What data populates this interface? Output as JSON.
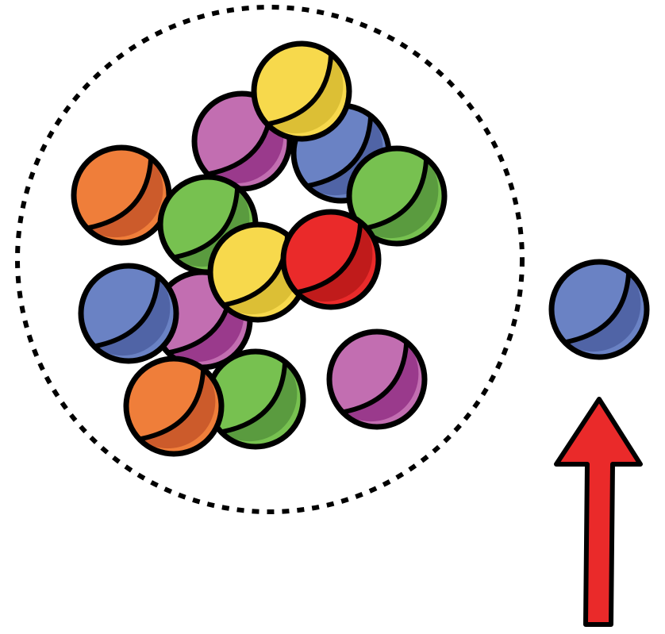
{
  "colors": {
    "background": "#ffffff",
    "outline": "#000000",
    "orange": "#ef7e3a",
    "orange_shade": "#cc5b2b",
    "green": "#77c150",
    "green_shade": "#5a9b3f",
    "purple": "#c26eb1",
    "purple_shade": "#9a3a8c",
    "blue": "#6a82c4",
    "blue_shade": "#5064a6",
    "yellow": "#f7d94c",
    "yellow_shade": "#dcbf35",
    "red": "#ea2a2a",
    "red_shade": "#c01b1b",
    "arrow": "#ea2a2a"
  },
  "group": {
    "description_icon": "dotted-circle-group",
    "marbles": [
      {
        "name": "orange-marble-left",
        "color": "orange"
      },
      {
        "name": "purple-marble-top",
        "color": "purple"
      },
      {
        "name": "blue-marble-top-right",
        "color": "blue"
      },
      {
        "name": "yellow-marble-top",
        "color": "yellow"
      },
      {
        "name": "green-marble-mid-left",
        "color": "green"
      },
      {
        "name": "green-marble-right",
        "color": "green"
      },
      {
        "name": "purple-marble-mid-left",
        "color": "purple"
      },
      {
        "name": "blue-marble-left",
        "color": "blue"
      },
      {
        "name": "yellow-marble-center",
        "color": "yellow"
      },
      {
        "name": "red-marble-center",
        "color": "red"
      },
      {
        "name": "green-marble-bottom",
        "color": "green"
      },
      {
        "name": "orange-marble-bottom",
        "color": "orange"
      },
      {
        "name": "purple-marble-bottom-right",
        "color": "purple"
      }
    ]
  },
  "outside_marble": {
    "name": "blue-marble-outside",
    "color": "blue"
  },
  "arrow": {
    "icon": "up-arrow-icon",
    "direction": "up",
    "color": "red"
  }
}
